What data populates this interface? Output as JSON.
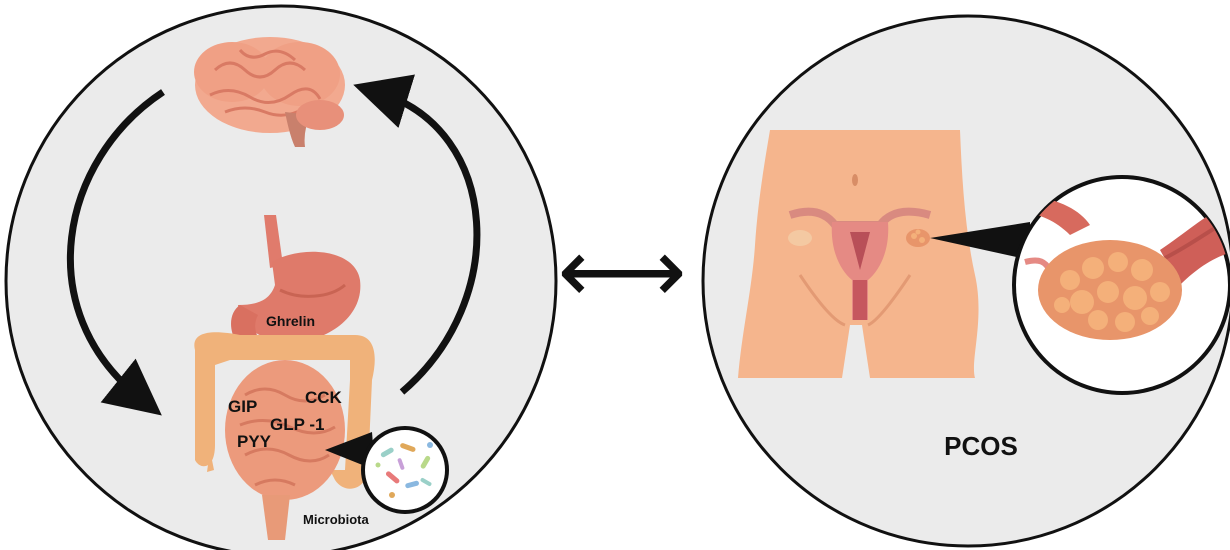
{
  "colors": {
    "circle_fill": "#ebebeb",
    "circle_stroke": "#111111",
    "brain": "#f2a98f",
    "stomach": "#df7a6a",
    "intestine": "#ec9a7c",
    "colon": "#f0b27a",
    "skin": "#f5b58d",
    "ovary_tissue": "#e8956a",
    "arrow": "#111111"
  },
  "icons": {
    "brain": "brain-icon",
    "gut": "digestive-system-icon",
    "microbiota": "bacteria-icon",
    "pelvis": "female-pelvis-icon",
    "ovary_zoom": "polycystic-ovary-icon",
    "relation": "double-arrow-icon"
  },
  "labels": {
    "ghrelin": "Ghrelin",
    "gip": "GIP",
    "cck": "CCK",
    "glp1": "GLP -1",
    "pyy": "PYY",
    "microbiota": "Microbiota",
    "pcos": "PCOS",
    "relation_symbol": "⟷"
  }
}
